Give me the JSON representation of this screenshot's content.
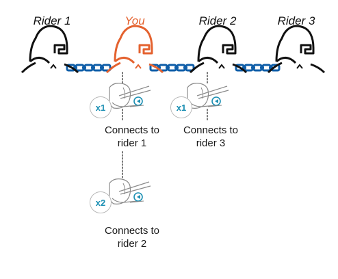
{
  "riders": [
    {
      "label": "Rider 1",
      "color": "#111111"
    },
    {
      "label": "You",
      "color": "#e4622f"
    },
    {
      "label": "Rider 2",
      "color": "#111111"
    },
    {
      "label": "Rider 3",
      "color": "#111111"
    }
  ],
  "colors": {
    "chain": "#0f5ea8",
    "you": "#e4622f",
    "badge_text": "#1b8fb3",
    "device": "#8a8a8a"
  },
  "steps": [
    {
      "badge": "x1",
      "caption_line1": "Connects to",
      "caption_line2": "rider 1"
    },
    {
      "badge": "x1",
      "caption_line1": "Connects to",
      "caption_line2": "rider 3"
    },
    {
      "badge": "x2",
      "caption_line1": "Connects to",
      "caption_line2": "rider 2"
    }
  ]
}
